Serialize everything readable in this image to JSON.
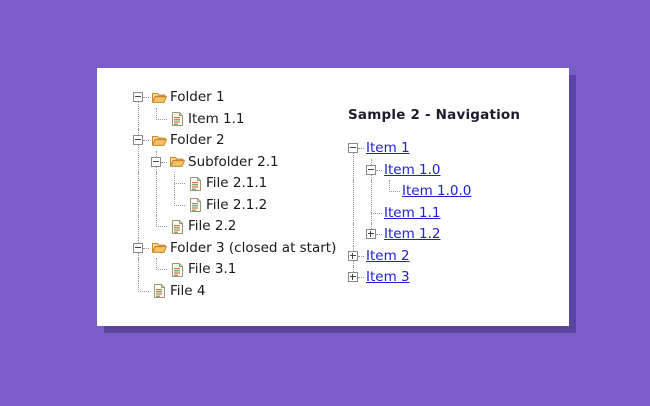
{
  "theme": {
    "background": "#7b5dc7",
    "card_background": "#ffffff",
    "shadow": "#5b44a0",
    "text": "#1a1a1a",
    "link": "#2020d8",
    "heading": "#1c1c2e",
    "folder_icon": "#e8a33d",
    "guide_line": "#999999"
  },
  "file_tree": {
    "name": "file-tree",
    "nodes": [
      {
        "label": "Folder 1",
        "icon": "open-folder-icon",
        "expander": "minus",
        "depth": 0
      },
      {
        "label": "Item 1.1",
        "icon": "document-icon",
        "expander": "none",
        "depth": 1
      },
      {
        "label": "Folder 2",
        "icon": "open-folder-icon",
        "expander": "minus",
        "depth": 0
      },
      {
        "label": "Subfolder 2.1",
        "icon": "open-folder-icon",
        "expander": "minus",
        "depth": 1
      },
      {
        "label": "File 2.1.1",
        "icon": "document-icon",
        "expander": "none",
        "depth": 2
      },
      {
        "label": "File 2.1.2",
        "icon": "document-icon",
        "expander": "none",
        "depth": 2
      },
      {
        "label": "File 2.2",
        "icon": "document-icon",
        "expander": "none",
        "depth": 1
      },
      {
        "label": "Folder 3 (closed at start)",
        "icon": "open-folder-icon",
        "expander": "minus",
        "depth": 0
      },
      {
        "label": "File 3.1",
        "icon": "document-icon",
        "expander": "none",
        "depth": 1
      },
      {
        "label": "File 4",
        "icon": "document-icon",
        "expander": "none",
        "depth": 0
      }
    ]
  },
  "navigation": {
    "heading": "Sample 2 - Navigation",
    "name": "navigation-tree",
    "nodes": [
      {
        "label": "Item 1",
        "expander": "minus",
        "depth": 0
      },
      {
        "label": "Item 1.0",
        "expander": "minus",
        "depth": 1
      },
      {
        "label": "Item 1.0.0",
        "expander": "none",
        "depth": 2
      },
      {
        "label": "Item 1.1",
        "expander": "none",
        "depth": 1
      },
      {
        "label": "Item 1.2",
        "expander": "plus",
        "depth": 1
      },
      {
        "label": "Item 2",
        "expander": "plus",
        "depth": 0
      },
      {
        "label": "Item 3",
        "expander": "plus",
        "depth": 0
      }
    ]
  }
}
